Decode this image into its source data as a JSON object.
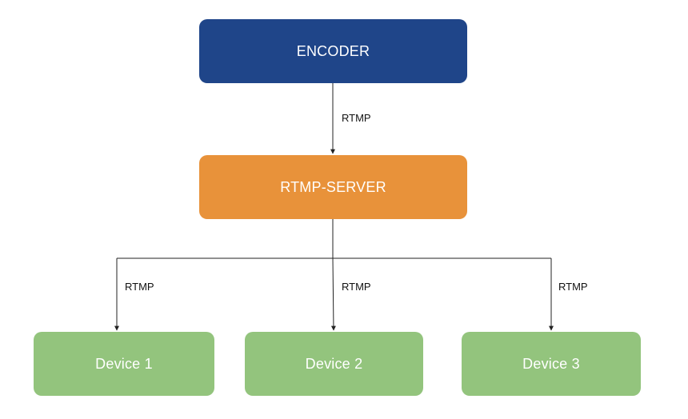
{
  "nodes": {
    "encoder": {
      "label": "ENCODER",
      "color": "#1f4589"
    },
    "server": {
      "label": "RTMP-SERVER",
      "color": "#e8923a"
    },
    "device1": {
      "label": "Device 1",
      "color": "#93c47d"
    },
    "device2": {
      "label": "Device 2",
      "color": "#93c47d"
    },
    "device3": {
      "label": "Device 3",
      "color": "#93c47d"
    }
  },
  "edges": [
    {
      "from": "ENCODER",
      "to": "RTMP-SERVER",
      "label": "RTMP"
    },
    {
      "from": "RTMP-SERVER",
      "to": "Device 1",
      "label": "RTMP"
    },
    {
      "from": "RTMP-SERVER",
      "to": "Device 2",
      "label": "RTMP"
    },
    {
      "from": "RTMP-SERVER",
      "to": "Device 3",
      "label": "RTMP"
    }
  ],
  "line_color": "#222222"
}
